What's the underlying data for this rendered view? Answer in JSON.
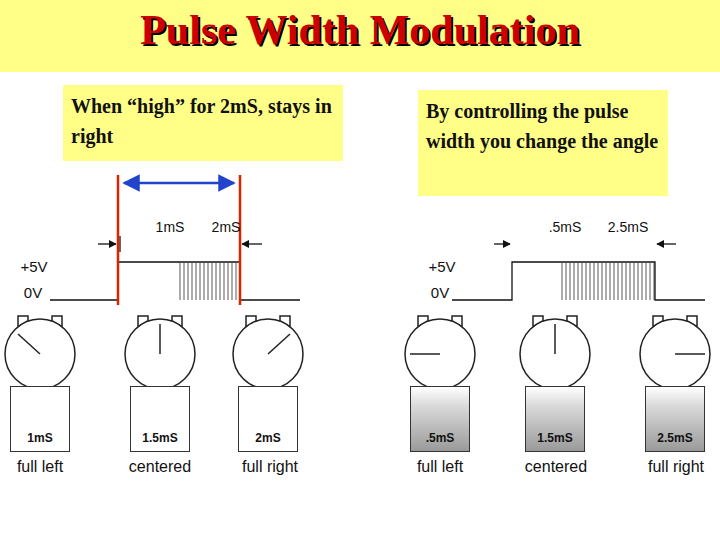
{
  "diagram": {
    "title": "Pulse Width Modulation",
    "nodes": [
      {
        "text": [
          "When “high” for 2mS, stays in right"
        ]
      },
      {
        "text": [
          "By controlling the pulse width you change the angle"
        ]
      },
      {
        "text": [
          "1mS"
        ]
      },
      {
        "text": [
          "1.5mS"
        ]
      },
      {
        "text": [
          "2mS"
        ]
      },
      {
        "text": [
          ".5mS"
        ]
      },
      {
        "text": [
          "1.5mS"
        ]
      },
      {
        "text": [
          "2.5mS"
        ]
      }
    ],
    "labels": [
      "1mS",
      "2mS",
      "+5V",
      "0V",
      "full left",
      "centered",
      "full right",
      ".5mS",
      "2.5mS",
      "+5V",
      "0V",
      "full left",
      "centered",
      "full right"
    ]
  }
}
